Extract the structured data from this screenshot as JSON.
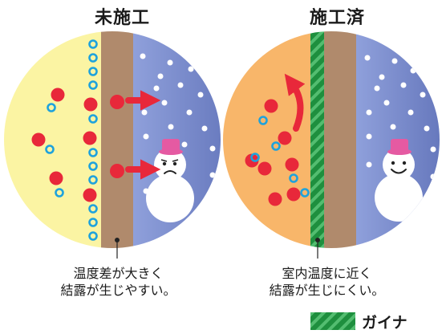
{
  "panels": {
    "left": {
      "title": "未施工",
      "caption_line1": "温度差が大きく",
      "caption_line2": "結露が生じやすい。"
    },
    "right": {
      "title": "施工済",
      "caption_line1": "室内温度に近く",
      "caption_line2": "結露が生じにくい。"
    }
  },
  "legend": {
    "label": "ガイナ"
  },
  "colors": {
    "indoor_cold_side": "#fbf4a3",
    "indoor_warm_side": "#f8b66a",
    "wall": "#b08a6c",
    "outdoor": "#6f82c6",
    "gaina_coating": "#1e8f3e",
    "arrow": "#e8283a",
    "heat_dot": "#e8283a",
    "water_ring": "#1ea2dc",
    "snowman_hat": "#e55aa2"
  }
}
